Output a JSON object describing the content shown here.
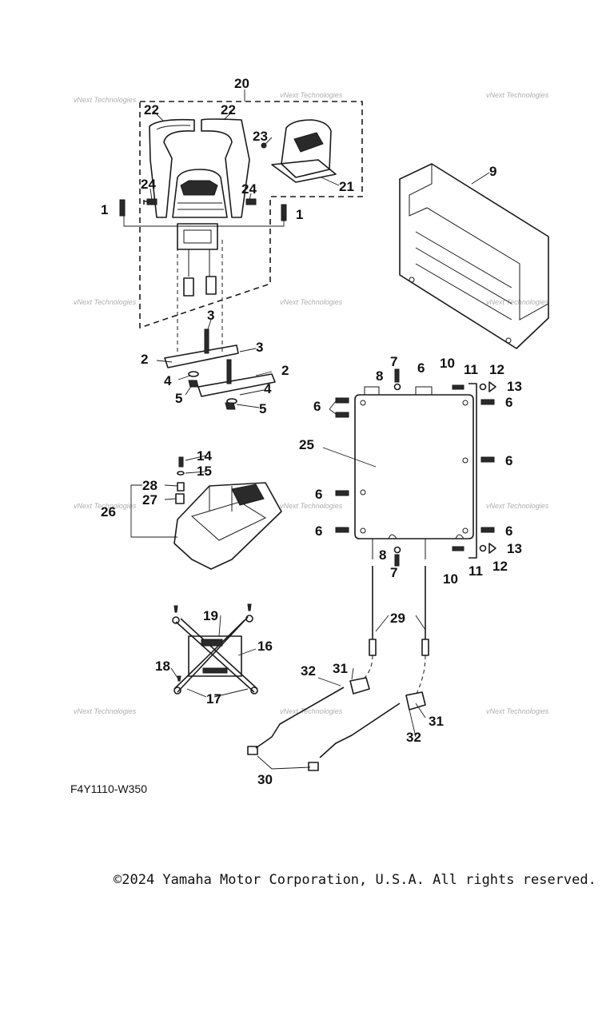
{
  "figure_code": "F4Y1110-W350",
  "copyright": "©2024 Yamaha Motor Corporation, U.S.A. All rights reserved.",
  "watermark": "vNext Technologies",
  "callouts": {
    "c1a": "1",
    "c1b": "1",
    "c2a": "2",
    "c2b": "2",
    "c3a": "3",
    "c3b": "3",
    "c4a": "4",
    "c4b": "4",
    "c5a": "5",
    "c5b": "5",
    "c6a": "6",
    "c6b": "6",
    "c6c": "6",
    "c6d": "6",
    "c6e": "6",
    "c6f": "6",
    "c6g": "6",
    "c7a": "7",
    "c7b": "7",
    "c8a": "8",
    "c8b": "8",
    "c9": "9",
    "c10a": "10",
    "c10b": "10",
    "c11a": "11",
    "c11b": "11",
    "c12a": "12",
    "c12b": "12",
    "c13a": "13",
    "c13b": "13",
    "c14": "14",
    "c15": "15",
    "c16": "16",
    "c17": "17",
    "c18": "18",
    "c19": "19",
    "c20": "20",
    "c21": "21",
    "c22a": "22",
    "c22b": "22",
    "c23": "23",
    "c24a": "24",
    "c24b": "24",
    "c25": "25",
    "c26": "26",
    "c27": "27",
    "c28": "28",
    "c29": "29",
    "c30": "30",
    "c31a": "31",
    "c31b": "31",
    "c32a": "32",
    "c32b": "32"
  }
}
